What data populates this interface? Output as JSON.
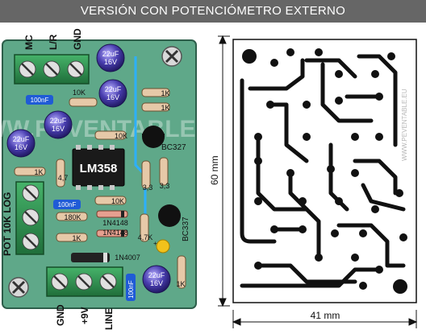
{
  "banner_title": "VERSIÓN CON POTENCIÓMETRO EXTERNO",
  "watermark": "WWW.PEVENTABLE.EU",
  "colors": {
    "board": "#5fa889",
    "board_dark": "#3f7f66",
    "trace": "#2cb0ff",
    "pcb_ink": "#111111",
    "banner": "#666666",
    "terminal": "#2e8b4f"
  },
  "terminals": {
    "top": [
      "MC",
      "L/R",
      "GND"
    ],
    "left": "POT 10K LOG",
    "bottom": [
      "GND",
      "+9V",
      "LINE"
    ]
  },
  "components": {
    "ic": "LM358",
    "transistors": [
      "BC327",
      "BC337"
    ],
    "caps_electrolytic": [
      "22uF\n16V",
      "22uF\n16V",
      "22uF\n16V",
      "22uF\n16V",
      "22uF\n16V"
    ],
    "caps_ceramic": [
      "100nF",
      "100nF",
      "100nF"
    ],
    "resistors": [
      "10K",
      "1K",
      "1K",
      "10K",
      "4,7",
      "3,3",
      "3,3",
      "10K",
      "4,7K",
      "1K",
      "180K",
      "1K",
      "1K"
    ],
    "diodes": [
      "1N4148",
      "1N4148",
      "1N4007"
    ]
  },
  "dimensions": {
    "height": "60 mm",
    "width": "41 mm"
  }
}
